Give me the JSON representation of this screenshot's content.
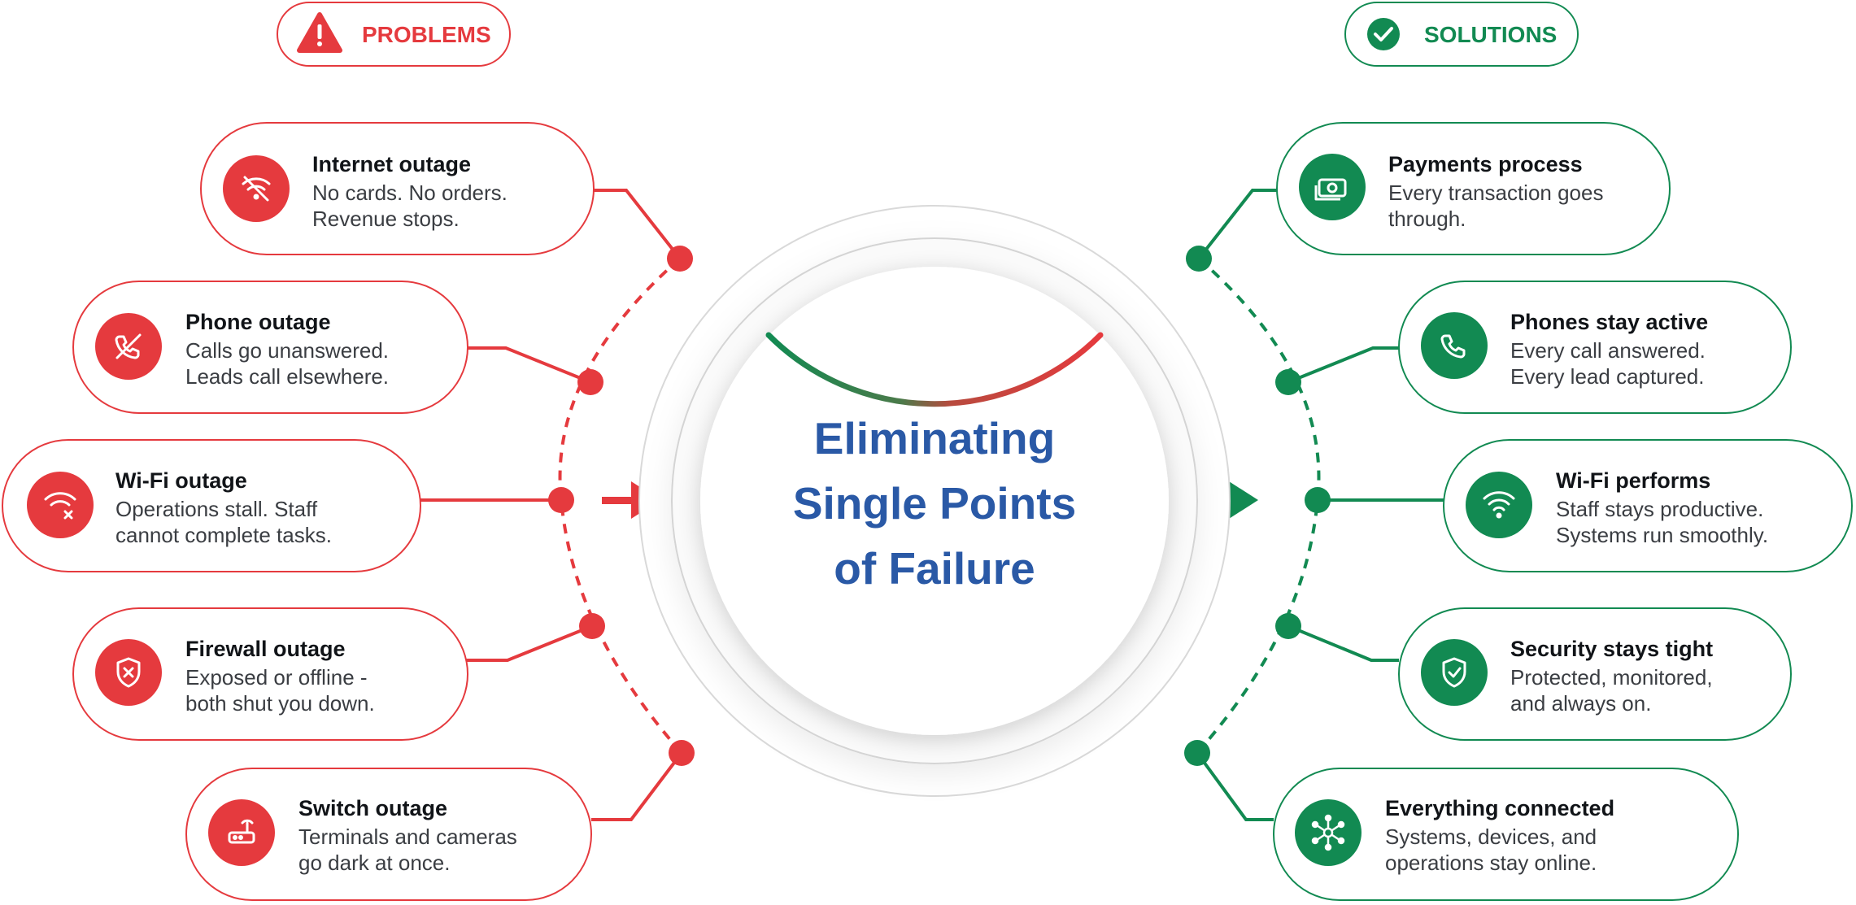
{
  "colors": {
    "problem": "#e53a3e",
    "solution": "#128a52",
    "title": "#2a59a6",
    "text_dark": "#111418",
    "text_body": "#3a3d42",
    "ring_gray": "#d6d6d6"
  },
  "problems_header": {
    "label": "PROBLEMS",
    "icon": "warning-triangle-icon"
  },
  "solutions_header": {
    "label": "SOLUTIONS",
    "icon": "check-circle-icon"
  },
  "center": {
    "title_lines": [
      "Eliminating",
      "Single Points",
      "of Failure"
    ]
  },
  "problems": [
    {
      "title": "Internet outage",
      "lines": [
        "No cards. No orders.",
        "Revenue stops."
      ],
      "icon": "no-internet-icon"
    },
    {
      "title": "Phone outage",
      "lines": [
        "Calls go unanswered.",
        "Leads call elsewhere."
      ],
      "icon": "phone-off-icon"
    },
    {
      "title": "Wi-Fi outage",
      "lines": [
        "Operations stall. Staff",
        "cannot complete tasks."
      ],
      "icon": "wifi-off-icon"
    },
    {
      "title": "Firewall outage",
      "lines": [
        "Exposed or offline -",
        "both shut you down."
      ],
      "icon": "shield-x-icon"
    },
    {
      "title": "Switch outage",
      "lines": [
        "Terminals and cameras",
        "go dark at once."
      ],
      "icon": "router-icon"
    }
  ],
  "solutions": [
    {
      "title": "Payments process",
      "lines": [
        "Every transaction goes",
        "through."
      ],
      "icon": "money-icon"
    },
    {
      "title": "Phones stay active",
      "lines": [
        "Every call answered.",
        "Every lead captured."
      ],
      "icon": "phone-icon"
    },
    {
      "title": "Wi-Fi performs",
      "lines": [
        "Staff stays productive.",
        "Systems run smoothly."
      ],
      "icon": "wifi-icon"
    },
    {
      "title": "Security stays tight",
      "lines": [
        "Protected, monitored,",
        "and always on."
      ],
      "icon": "shield-check-icon"
    },
    {
      "title": "Everything connected",
      "lines": [
        "Systems, devices, and",
        "operations stay online."
      ],
      "icon": "network-icon"
    }
  ]
}
